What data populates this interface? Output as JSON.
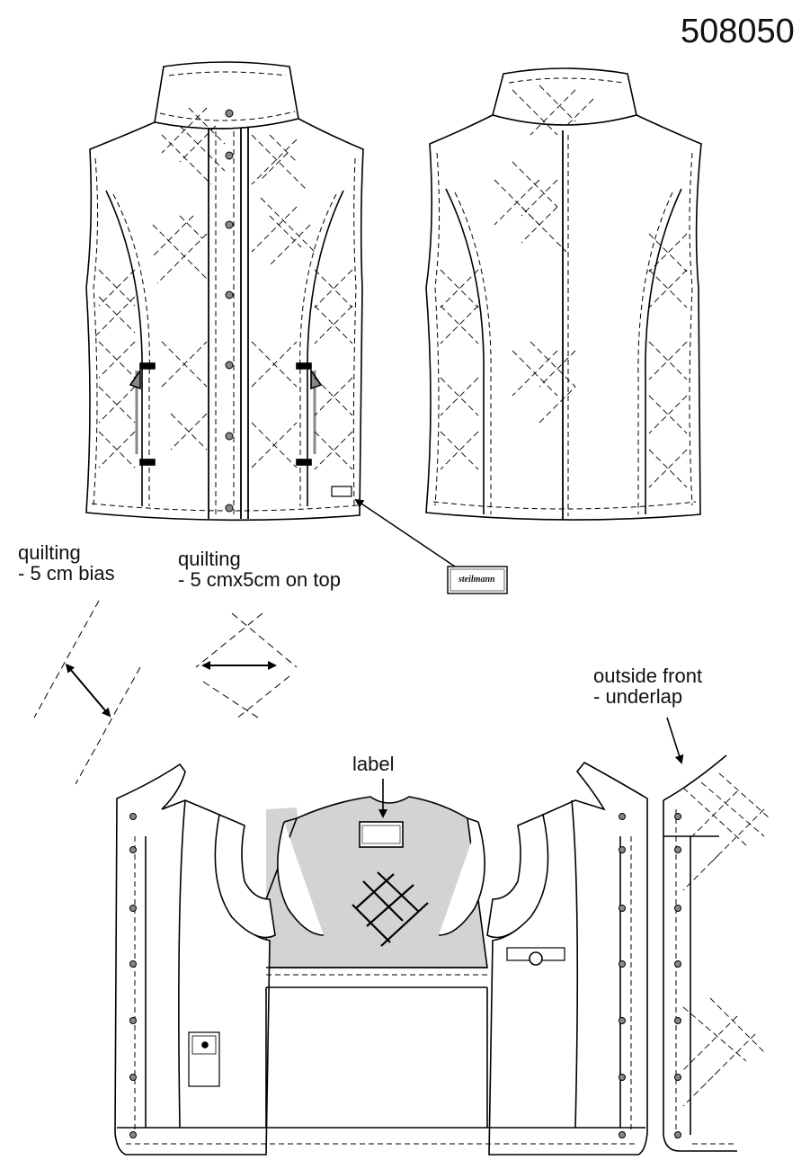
{
  "style_number": "508050",
  "callouts": {
    "quilting_bias": "quilting\n- 5 cm bias",
    "quilting_top": "quilting\n- 5 cmx5cm on top",
    "outside_front": "outside front\n- underlap",
    "label": "label"
  },
  "brand_tag": "steilmann"
}
